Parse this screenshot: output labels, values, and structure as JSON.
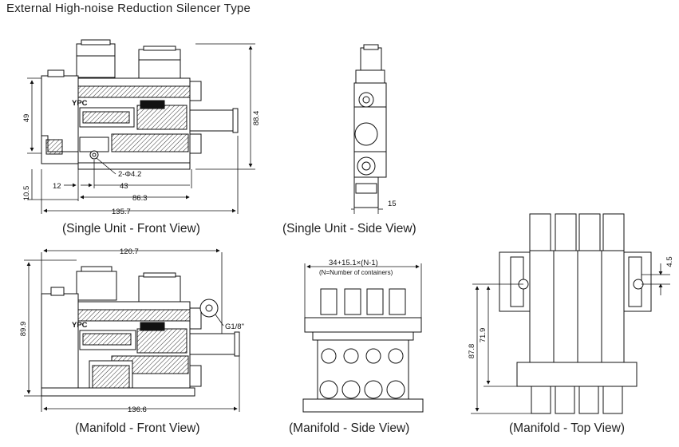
{
  "title": "External High-noise Reduction Silencer Type",
  "captions": {
    "single_front": "(Single Unit - Front View)",
    "single_side": "(Single Unit - Side View)",
    "manifold_front": "(Manifold - Front View)",
    "manifold_side": "(Manifold - Side View)",
    "manifold_top": "(Manifold - Top View)"
  },
  "dimensions": {
    "single_front": {
      "height_total": "88.4",
      "height_49": "49",
      "height_10_5": "10.5",
      "offset_12": "12",
      "width_43": "43",
      "width_86_3": "86.3",
      "width_135_7": "135.7",
      "holes": "2-Φ4.2",
      "logo": "YPC"
    },
    "single_side": {
      "width_15": "15"
    },
    "manifold_front": {
      "width_120_7": "120.7",
      "height_89_9": "89.9",
      "width_136_6": "136.6",
      "port": "G1/8\"",
      "logo": "YPC"
    },
    "manifold_side": {
      "formula": "34+15.1×(N-1)",
      "note": "(N=Number of containers)"
    },
    "manifold_top": {
      "height_87_8": "87.8",
      "height_71_9": "71.9",
      "offset_4_5": "4.5"
    }
  }
}
